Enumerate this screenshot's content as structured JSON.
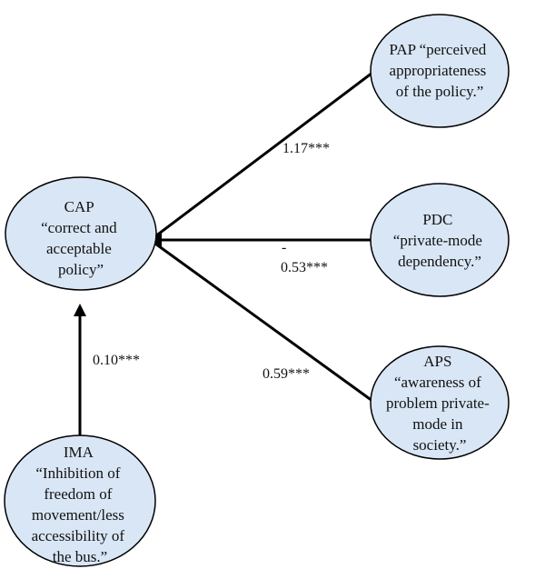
{
  "diagram": {
    "fill_color": "#d9e6f5",
    "stroke_color": "#000000",
    "nodes": {
      "cap": {
        "lines": [
          "CAP",
          "“correct and",
          "acceptable",
          "policy”"
        ]
      },
      "pap": {
        "lines": [
          "PAP “perceived",
          "appropriateness",
          "of the policy.”"
        ]
      },
      "pdc": {
        "lines": [
          "PDC",
          "“private-mode",
          "dependency.”"
        ]
      },
      "aps": {
        "lines": [
          "APS",
          "“awareness of",
          "problem private-",
          "mode in",
          "society.”"
        ]
      },
      "ima": {
        "lines": [
          "IMA",
          "“Inhibition of",
          "freedom of",
          "movement/less",
          "accessibility of",
          "the bus.”"
        ]
      }
    },
    "edges": {
      "pap_cap": {
        "label": "1.17***"
      },
      "pdc_cap": {
        "label_lines": [
          "-",
          "0.53***"
        ]
      },
      "aps_cap": {
        "label": "0.59***"
      },
      "ima_cap": {
        "label": "0.10***"
      }
    }
  }
}
